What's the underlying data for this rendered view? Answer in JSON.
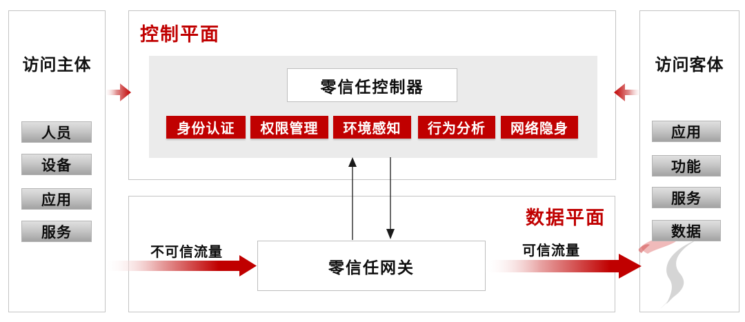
{
  "colors": {
    "accent_red": "#C00000",
    "panel_inner_gray": "#EBEBEB"
  },
  "left_panel": {
    "title": "访问主体",
    "items": [
      "人员",
      "设备",
      "应用",
      "服务"
    ]
  },
  "right_panel": {
    "title": "访问客体",
    "items": [
      "应用",
      "功能",
      "服务",
      "数据"
    ]
  },
  "control_plane": {
    "title": "控制平面",
    "controller": "零信任控制器",
    "modules": [
      "身份认证",
      "权限管理",
      "环境感知",
      "行为分析",
      "网络隐身"
    ]
  },
  "data_plane": {
    "title": "数据平面",
    "gateway": "零信任网关",
    "untrusted_traffic_label": "不可信流量",
    "trusted_traffic_label": "可信流量"
  }
}
